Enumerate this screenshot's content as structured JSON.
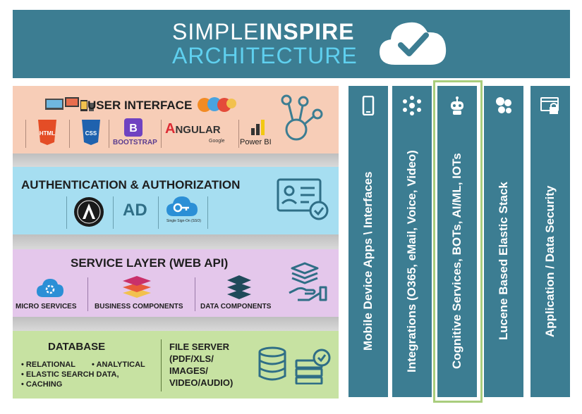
{
  "header": {
    "brand_light": "SIMPLE",
    "brand_bold": "INSPIRE",
    "subtitle": "ARCHITECTURE",
    "icon": "cloud-check-icon"
  },
  "layers": {
    "ui": {
      "title": "USER INTERFACE",
      "items": [
        "HTML",
        "CSS",
        "BOOTSTRAP",
        "NGULAR",
        "Google",
        "Power BI"
      ],
      "angular_a": "A",
      "bootstrap_glyph": "B",
      "icon": "hub-network-icon"
    },
    "auth": {
      "title": "AUTHENTICATION & AUTHORIZATION",
      "ad_label": "AD",
      "sso_label": "Single Sign-On (SSO)",
      "icon": "id-card-check-icon"
    },
    "service": {
      "title": "SERVICE LAYER (WEB API)",
      "items": [
        "MICRO SERVICES",
        "BUSINESS COMPONENTS",
        "DATA COMPONENTS"
      ],
      "icon": "layers-hand-icon"
    },
    "database": {
      "title": "DATABASE",
      "bullets_left": [
        "RELATIONAL",
        "ELASTIC SEARCH DATA,",
        "CACHING"
      ],
      "bullet_right": "ANALYTICAL",
      "file_server_lines": [
        "FILE SERVER",
        "(PDF/XLS/",
        "IMAGES/",
        "VIDEO/AUDIO)"
      ],
      "icon": "database-server-icon"
    }
  },
  "columns": [
    {
      "label": "Mobile Device Apps \\ Interfaces",
      "icon": "mobile-phone-icon"
    },
    {
      "label": "Integrations (O365, eMail, Voice, Video)",
      "icon": "integration-hub-icon"
    },
    {
      "label": "Cognitive Services, BOTs, AI/ML, IOTs",
      "icon": "robot-icon"
    },
    {
      "label": "Lucene Based Elastic Stack",
      "icon": "elastic-cluster-icon"
    },
    {
      "label": "Application / Data Security",
      "icon": "browser-lock-icon"
    }
  ],
  "colors": {
    "header": "#3c7d92",
    "accent_cyan": "#5fd0ef",
    "ui_layer": "#f7cdb7",
    "auth_layer": "#a6def1",
    "service_layer": "#e4c7eb",
    "database_layer": "#c7e2a2",
    "highlight": "#a9cd7d"
  }
}
